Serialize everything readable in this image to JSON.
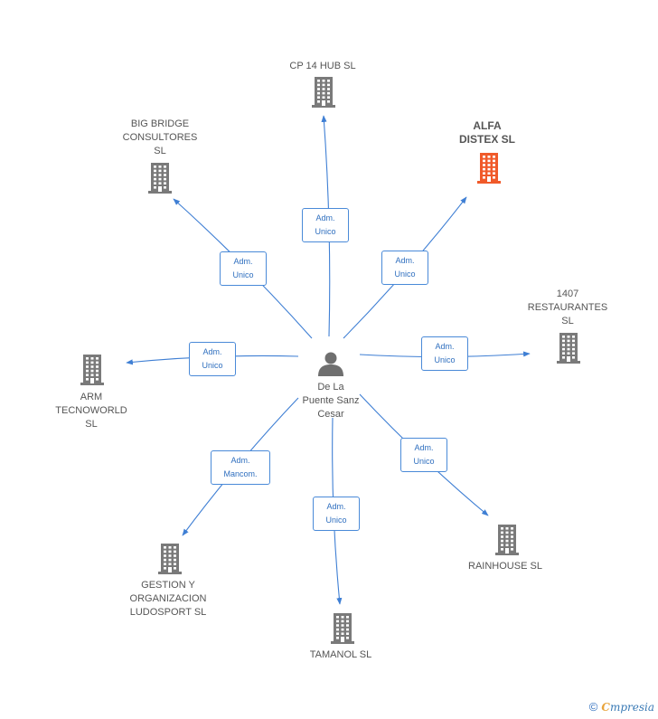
{
  "center": {
    "label": "De La\nPuente Sanz\nCesar",
    "icon": "person-icon"
  },
  "colors": {
    "edge": "#3f7fd4",
    "building": "#7a7a7a",
    "highlight": "#f05a2a"
  },
  "nodes": [
    {
      "id": "cp14",
      "label": "CP 14 HUB  SL",
      "highlight": false
    },
    {
      "id": "bigbridge",
      "label": "BIG BRIDGE\nCONSULTORES\nSL",
      "highlight": false
    },
    {
      "id": "alfa",
      "label": "ALFA\nDISTEX  SL",
      "highlight": true
    },
    {
      "id": "r1407",
      "label": "1407\nRESTAURANTES\nSL",
      "highlight": false
    },
    {
      "id": "arm",
      "label": "ARM\nTECNOWORLD\nSL",
      "highlight": false
    },
    {
      "id": "rainhouse",
      "label": "RAINHOUSE  SL",
      "highlight": false
    },
    {
      "id": "gestion",
      "label": "GESTION Y\nORGANIZACION\nLUDOSPORT SL",
      "highlight": false
    },
    {
      "id": "tamanol",
      "label": "TAMANOL  SL",
      "highlight": false
    }
  ],
  "edges": [
    {
      "to": "cp14",
      "label": "Adm.\nUnico"
    },
    {
      "to": "bigbridge",
      "label": "Adm.\nUnico"
    },
    {
      "to": "alfa",
      "label": "Adm.\nUnico"
    },
    {
      "to": "r1407",
      "label": "Adm.\nUnico"
    },
    {
      "to": "arm",
      "label": "Adm.\nUnico"
    },
    {
      "to": "rainhouse",
      "label": "Adm.\nUnico"
    },
    {
      "to": "gestion",
      "label": "Adm.\nMancom."
    },
    {
      "to": "tamanol",
      "label": "Adm.\nUnico"
    }
  ],
  "footer": {
    "copyright": "©",
    "brand_first": "C",
    "brand_rest": "mpresia"
  }
}
